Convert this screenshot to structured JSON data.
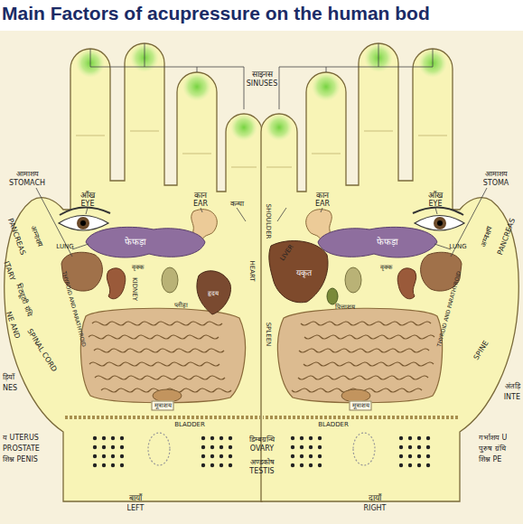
{
  "diagram": {
    "title": "Main Factors of acupressure on the human bod",
    "labels": [
      "साइनस",
      "SINUSES",
      "आमाशय",
      "STOMACH",
      "आँख",
      "EYE",
      "कान",
      "EAR",
      "कन्धा",
      "अग्नाशय",
      "PANCREAS",
      "LUNG",
      "फेफड़ा",
      "ITARY",
      "पिट्यूटरी ग्रंथि",
      "NE AND",
      "SPINAL CORD",
      "THYROID AND PARATHYROID",
      "KIDNEY",
      "HEART",
      "हृदय",
      "प्लीहा",
      "मूत्राशय",
      "BLADDER",
      "य UTERUS",
      "PROSTATE",
      "शिश्न PENIS",
      "डिम्बग्रन्थि",
      "OVARY",
      "अण्डकोष",
      "TESTIS",
      "बायाँ",
      "LEFT",
      "दायाँ",
      "RIGHT",
      "SHOULDER",
      "SPLEEN",
      "कान",
      "EAR",
      "आँख",
      "EYE",
      "आमाशय",
      "STOMA",
      "LUNG",
      "फेफड़ा",
      "LIVER",
      "यकृत",
      "पित्ताशय",
      "अग्नाशय",
      "PANCREAS",
      "THYROID AND PARATHYROID",
      "SPINE",
      "मूत्राशय",
      "BLADDER",
      "अंतड़ि",
      "INTE",
      "गर्भाशय U",
      "पुरुष ग्रंथि",
      "शिश्न PE",
      "ड़ियाँ",
      "NES",
      "वृक्क",
      "वृक्क"
    ]
  }
}
